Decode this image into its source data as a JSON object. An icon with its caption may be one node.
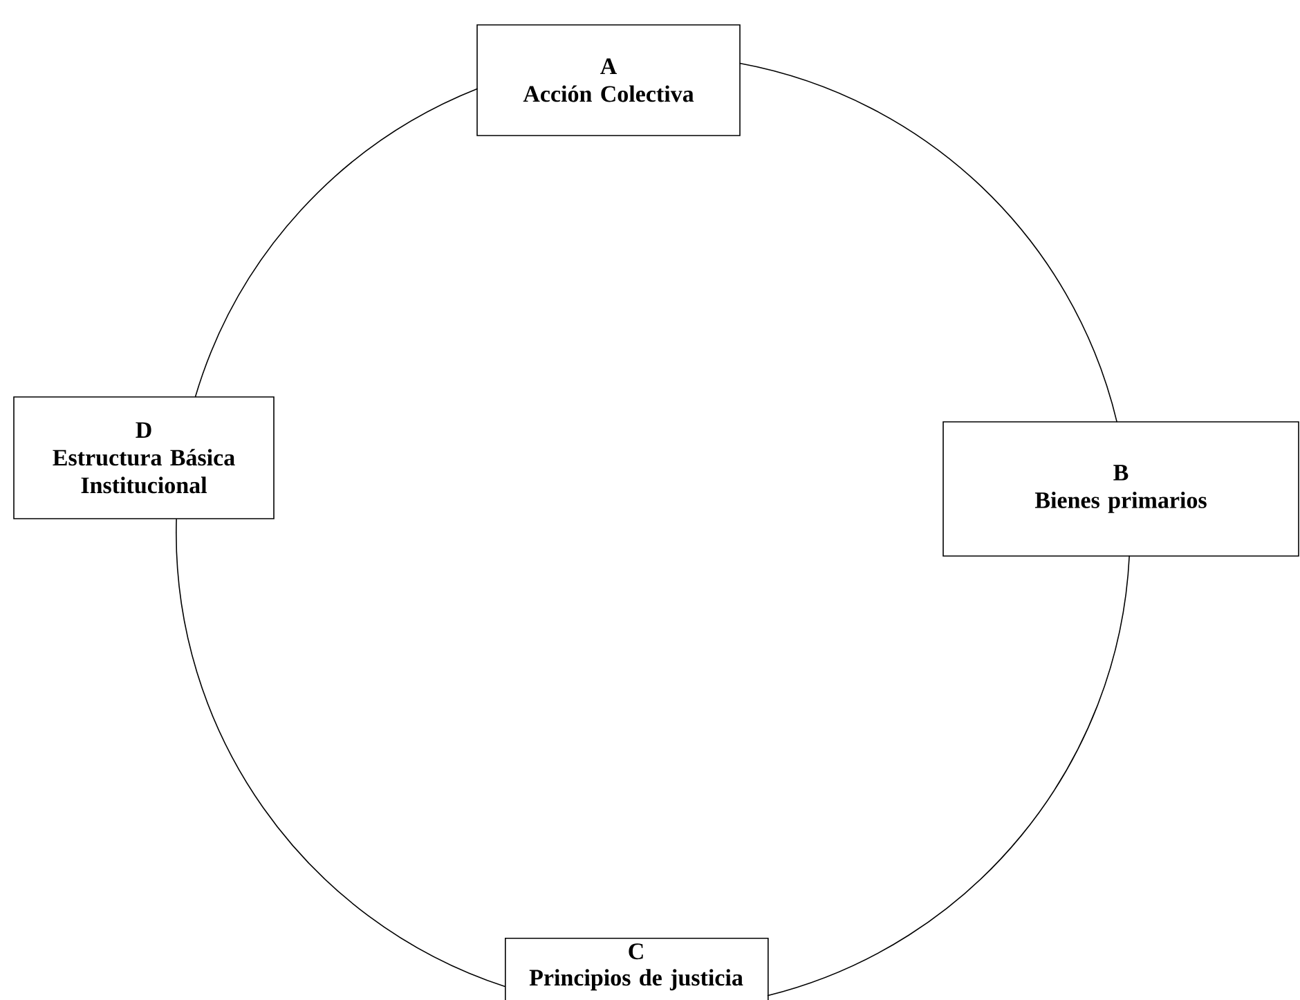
{
  "diagram": {
    "nodes": [
      {
        "text": [
          "A",
          "Acción Colectiva"
        ]
      },
      {
        "text": [
          "B",
          "Bienes primarios"
        ]
      },
      {
        "text": [
          "C",
          "Principios de justicia"
        ]
      },
      {
        "text": [
          "D",
          "Estructura Básica Institucional"
        ]
      }
    ],
    "edges": [
      {
        "from": 0,
        "to": 1,
        "arrow": "none"
      },
      {
        "from": 1,
        "to": 2,
        "arrow": "none"
      },
      {
        "from": 2,
        "to": 3,
        "arrow": "none"
      },
      {
        "from": 3,
        "to": 0,
        "arrow": "none"
      }
    ]
  }
}
